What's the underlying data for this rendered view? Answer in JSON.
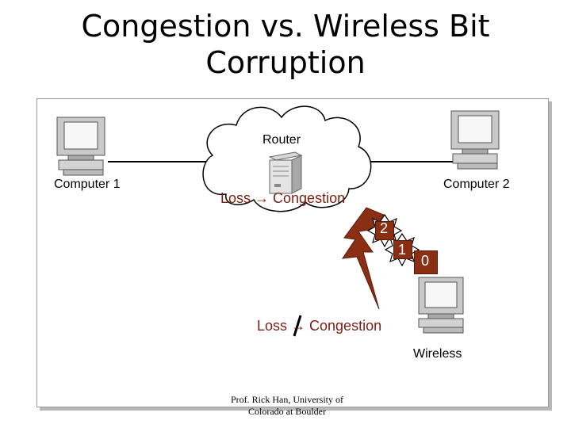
{
  "title": {
    "line1": "Congestion vs. Wireless Bit",
    "line2": "Corruption"
  },
  "nodes": {
    "computer1": "Computer 1",
    "computer2": "Computer 2",
    "router": "Router",
    "wireless": "Wireless"
  },
  "annotations": {
    "loss_congestion": "Loss → Congestion",
    "loss_not_congestion": "Loss → Congestion"
  },
  "packets": [
    "2",
    "1",
    "0"
  ],
  "footer": {
    "line1": "Prof. Rick Han, University of",
    "line2": "Colorado at Boulder"
  },
  "colors": {
    "packet": "#8a2f14",
    "loss_text": "#7a1f10",
    "bolt": "#8a2f14"
  }
}
